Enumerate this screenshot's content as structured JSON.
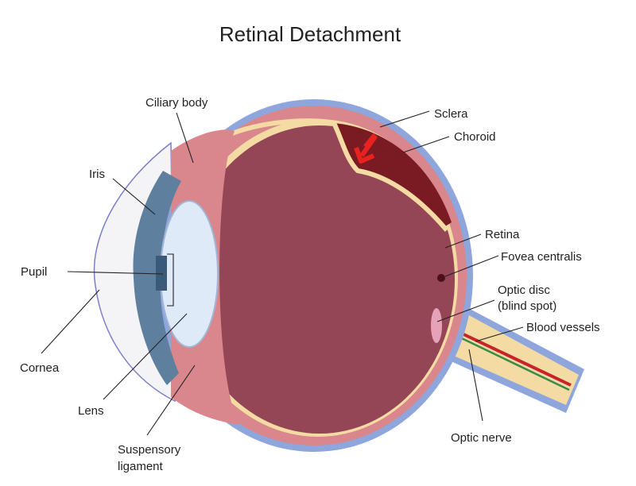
{
  "title": "Retinal Detachment",
  "labels": {
    "ciliary_body": "Ciliary body",
    "sclera": "Sclera",
    "choroid": "Choroid",
    "iris": "Iris",
    "retina": "Retina",
    "fovea": "Fovea centralis",
    "pupil": "Pupil",
    "optic_disc_1": "Optic disc",
    "optic_disc_2": "(blind spot)",
    "blood_vessels": "Blood vessels",
    "cornea": "Cornea",
    "lens": "Lens",
    "optic_nerve": "Optic nerve",
    "suspensory_1": "Suspensory",
    "suspensory_2": "ligament"
  },
  "colors": {
    "sclera": "#8ea6dc",
    "choroid": "#d9868c",
    "retina": "#f3dba3",
    "vitreous": "#944556",
    "detached_space": "#7a1a22",
    "lens": "#dfeaf8",
    "arrow": "#e8231f"
  }
}
